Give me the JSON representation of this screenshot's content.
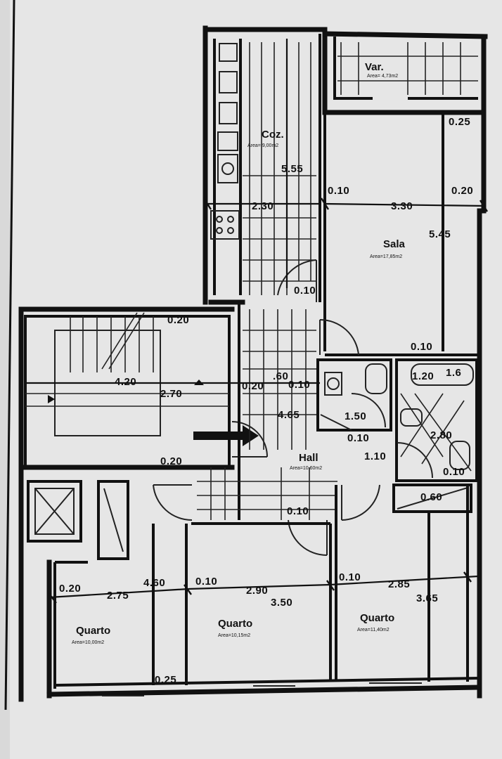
{
  "rooms": {
    "cozinha": {
      "name": "Coz.",
      "area": "Area= 9,00m2"
    },
    "varanda": {
      "name": "Var.",
      "area": "Area= 4,73m2"
    },
    "sala": {
      "name": "Sala",
      "area": "Area=17,85m2"
    },
    "hall": {
      "name": "Hall",
      "area": "Area=10,60m2"
    },
    "quarto_left": {
      "name": "Quarto",
      "area": "Area=10,00m2"
    },
    "quarto_mid": {
      "name": "Quarto",
      "area": "Area=10,15m2"
    },
    "quarto_right": {
      "name": "Quarto",
      "area": "Area=11,40m2"
    }
  },
  "dimensions": {
    "coz_length": "5.55",
    "coz_width": "2.30",
    "sala_left_wall": "0.10",
    "sala_width": "3.30",
    "sala_right_wall": "0.20",
    "sala_top": "0.25",
    "sala_length": "5.45",
    "sala_bottom": "0.10",
    "door_gap": "0.10",
    "stair_top": "0.20",
    "stair_width": "4.20",
    "stair_depth": "2.70",
    "hall_wall_a": "0.20",
    "hall_span": ".60",
    "hall_wall_b": "0.10",
    "hall_length": "4.65",
    "bath_a": "1.50",
    "bath_b": "0.10",
    "bath_c": "1.10",
    "bath2_a": "1.20",
    "bath2_b": "1.6",
    "bath2_c": "2.80",
    "bath2_d": "0.10",
    "bath2_e": "0.60",
    "corridor_wall": "0.20",
    "quarto_wall": "0.10",
    "q1_left": "0.20",
    "q1_width": "2.75",
    "q1_length": "4.60",
    "q2_left": "0.10",
    "q2_width": "2.90",
    "q2_length": "3.50",
    "q3_left": "0.10",
    "q3_width": "2.85",
    "q3_length": "3.65",
    "bottom_wall": "0.25"
  }
}
